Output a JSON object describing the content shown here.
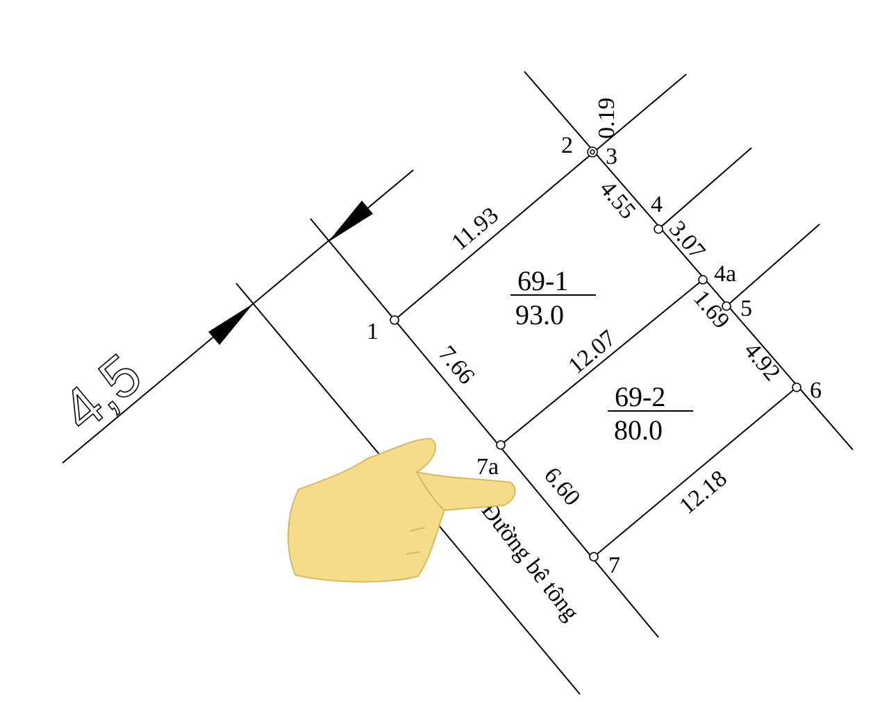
{
  "plots": [
    {
      "id": "69-1",
      "area": "93.0"
    },
    {
      "id": "69-2",
      "area": "80.0"
    }
  ],
  "points": [
    "1",
    "2",
    "3",
    "4",
    "4a",
    "5",
    "6",
    "7",
    "7a"
  ],
  "edges": [
    "11.93",
    "0.19",
    "4.55",
    "3.07",
    "1.69",
    "4.92",
    "12.18",
    "6.60",
    "7.66",
    "12.07"
  ],
  "road": {
    "label": "Đường bê tông",
    "width": "4,5"
  },
  "pointer_icon": "pointing-hand-icon",
  "colors": {
    "lines": "#000000",
    "hand": "#f5dc8a"
  }
}
